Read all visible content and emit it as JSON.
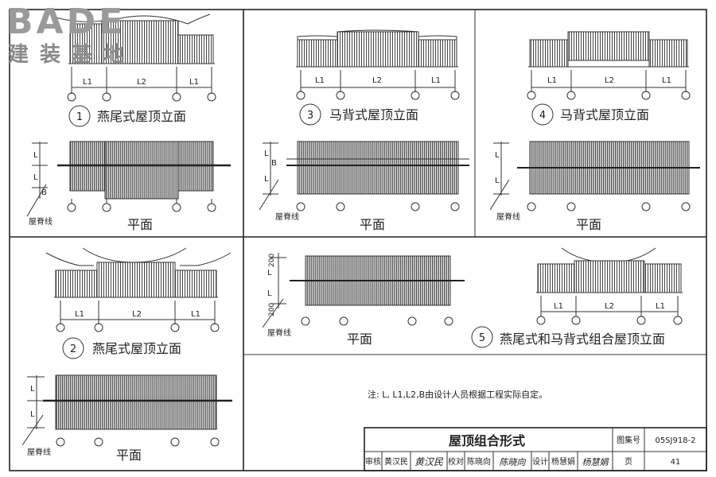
{
  "logo": {
    "main": "BADE",
    "sub": "建装基地"
  },
  "labels": {
    "L": "L",
    "L1": "L1",
    "L2": "L2",
    "B": "B",
    "d200": "200",
    "ridge_line": "屋脊线",
    "plan": "平面"
  },
  "views": {
    "v1": {
      "num": "1",
      "title": "燕尾式屋顶立面"
    },
    "v2": {
      "num": "2",
      "title": "燕尾式屋顶立面"
    },
    "v3": {
      "num": "3",
      "title": "马背式屋顶立面"
    },
    "v4": {
      "num": "4",
      "title": "马背式屋顶立面"
    },
    "v5": {
      "num": "5",
      "title": "燕尾式和马背式组合屋顶立面"
    }
  },
  "note": "注:  L,  L1,L2,B由设计人员根据工程实际自定。",
  "title_block": {
    "title": "屋顶组合形式",
    "atlas_label": "图集号",
    "atlas_no": "05SJ918-2",
    "review_label": "审核",
    "review_name": "黄汉民",
    "review_sign": "黄汉民",
    "check_label": "校对",
    "check_name": "陈晓向",
    "check_sign": "陈晓向",
    "design_label": "设计",
    "design_name": "杨慧娟",
    "design_sign": "杨慧娟",
    "page_label": "页",
    "page_no": "41"
  }
}
